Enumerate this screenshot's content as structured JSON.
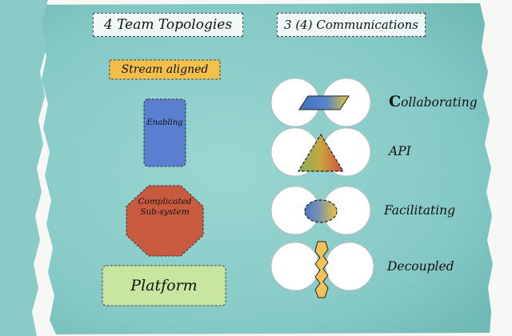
{
  "titles": {
    "topologies": "4 Team Topologies",
    "communications": "3 (4) Communications"
  },
  "topologies": {
    "stream_aligned": "Stream aligned",
    "enabling": "Enabling",
    "complicated_subsystem": "Complicated Sub-system",
    "platform": "Platform"
  },
  "communications": {
    "collaborating_first": "C",
    "collaborating_rest": "ollaborating",
    "api": "API",
    "facilitating": "Facilitating",
    "decoupled": "Decoupled"
  },
  "colors": {
    "background": "#8fcfcc",
    "stream_aligned": "#f2c04a",
    "enabling": "#5a7ed0",
    "complicated_subsystem": "#c85a3f",
    "platform": "#c9e6a0",
    "collab_bar_blue": "#3f6ec2",
    "collab_bar_yellow": "#e6c23a",
    "api_green": "#7fb35b",
    "api_red": "#d24d3d",
    "decoupled_zigzag": "#f0c35a"
  }
}
